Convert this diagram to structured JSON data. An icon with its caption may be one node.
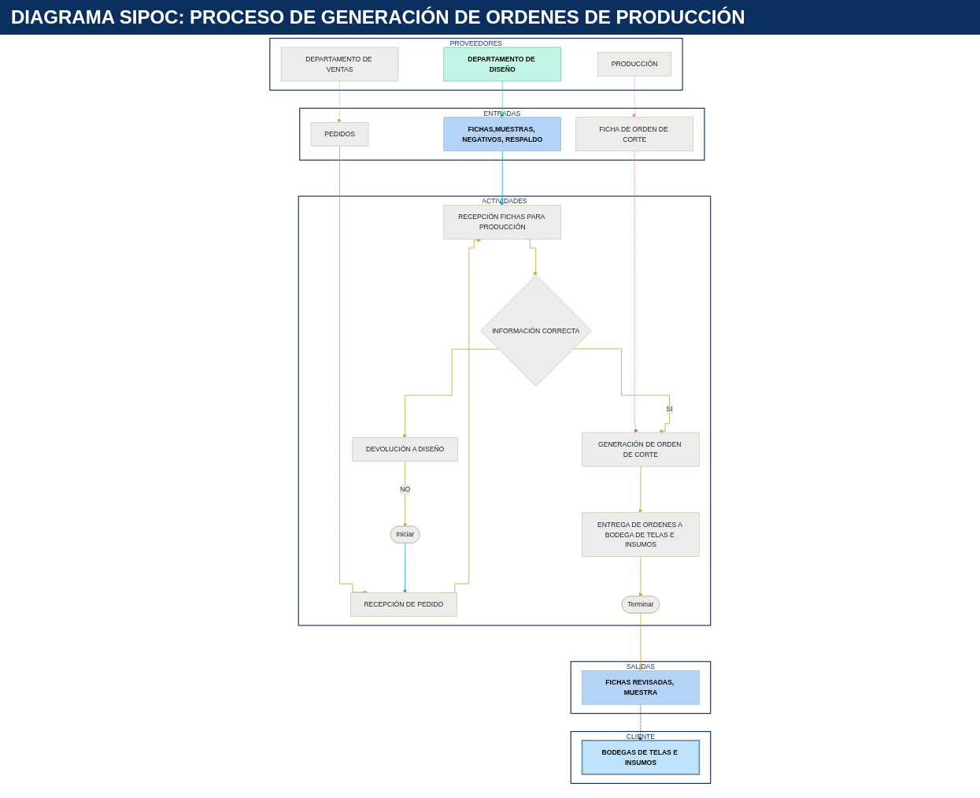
{
  "diagram": {
    "title": "DIAGRAMA SIPOC: PROCESO DE GENERACIÓN DE ORDENES DE PRODUCCIÓN",
    "nodes": [
      {
        "text": [
          "PROVEEDORES"
        ]
      },
      {
        "text": [
          "ENTRADAS"
        ]
      },
      {
        "text": [
          "ACTIVIDADES"
        ]
      },
      {
        "text": [
          "SALIDAS"
        ]
      },
      {
        "text": [
          "CLIENTE"
        ]
      },
      {
        "text": [
          "DEPARTAMENTO DE DISEÑO"
        ],
        "in": 0
      },
      {
        "text": [
          "DEPARTAMENTO DE VENTAS"
        ],
        "in": 0
      },
      {
        "text": [
          "PRODUCCIÓN"
        ],
        "in": 0
      },
      {
        "text": [
          "FICHAS,MUESTRAS, NEGATIVOS, RESPALDO"
        ],
        "in": 1
      },
      {
        "text": [
          "PEDIDOS"
        ],
        "in": 1
      },
      {
        "text": [
          "FICHA DE ORDEN DE CORTE"
        ],
        "in": 1
      },
      {
        "text": [
          "Iniciar"
        ],
        "in": 2
      },
      {
        "text": [
          "RECEPCIÓN DE PEDIDO"
        ],
        "in": 2
      },
      {
        "text": [
          "RECEPCIÓN FICHAS PARA PRODUCCIÓN"
        ],
        "in": 2
      },
      {
        "text": [
          "DEVOLUCIÓN A DISEÑO"
        ],
        "in": 2
      },
      {
        "text": [
          "INFORMACIÓN CORRECTA"
        ],
        "in": 2
      },
      {
        "text": [
          "GENERACIÓN DE ORDEN DE CORTE"
        ],
        "in": 2
      },
      {
        "text": [
          "ENTREGA DE ORDENES A BODEGA DE TELAS E INSUMOS"
        ],
        "in": 2
      },
      {
        "text": [
          "Terminar"
        ],
        "in": 2
      },
      {
        "text": [
          "FICHAS REVISADAS, MUESTRA"
        ],
        "in": 3
      },
      {
        "text": [
          "BODEGAS DE TELAS E INSUMOS"
        ],
        "in": 4
      }
    ],
    "edges": [
      {
        "from": 5,
        "to": 8,
        "arrow": "to",
        "style": "dashed",
        "color": "#1a9a7a"
      },
      {
        "from": 6,
        "to": 9,
        "arrow": "to",
        "style": "dashed"
      },
      {
        "from": 7,
        "to": 10,
        "arrow": "to",
        "style": "dashed",
        "color": "#f07ce0"
      },
      {
        "from": 8,
        "to": 13,
        "arrow": "to",
        "color": "#1aa3e0"
      },
      {
        "from": 9,
        "to": 12,
        "arrow": "to"
      },
      {
        "from": 10,
        "to": 16,
        "arrow": "to",
        "style": "dashed",
        "color": "#c94fe0"
      },
      {
        "from": 11,
        "to": 12,
        "arrow": "to",
        "color": "#1aa3e0"
      },
      {
        "from": 12,
        "to": 13,
        "arrow": "to"
      },
      {
        "from": 13,
        "to": 15,
        "arrow": "to"
      },
      {
        "from": 15,
        "to": 14,
        "arrow": "to"
      },
      {
        "from": 14,
        "to": 11,
        "label": "NO",
        "arrow": "to"
      },
      {
        "from": 15,
        "to": 16,
        "label": "SI",
        "arrow": "to"
      },
      {
        "from": 16,
        "to": 17,
        "arrow": "to"
      },
      {
        "from": 17,
        "to": 18,
        "arrow": "to"
      },
      {
        "from": 18,
        "to": 19,
        "arrow": "to"
      },
      {
        "from": 19,
        "to": 20,
        "arrow": "to",
        "style": "dashed",
        "color": "#1f3a6b"
      }
    ]
  }
}
